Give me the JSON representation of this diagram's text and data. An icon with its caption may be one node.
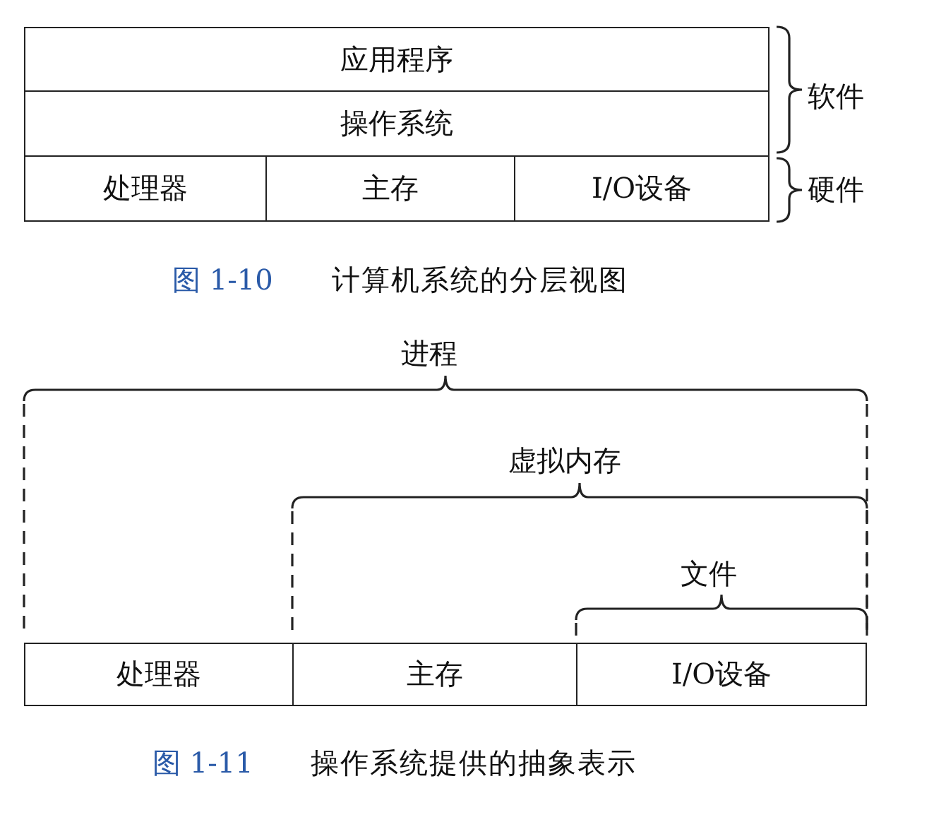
{
  "diagram": {
    "nodes": [
      {
        "text": [
          "应用程序"
        ]
      },
      {
        "text": [
          "操作系统"
        ]
      },
      {
        "text": [
          "处理器"
        ]
      },
      {
        "text": [
          "主存"
        ]
      },
      {
        "text": [
          "I/O设备"
        ]
      },
      {
        "text": [
          "处理器"
        ]
      },
      {
        "text": [
          "主存"
        ]
      },
      {
        "text": [
          "I/O设备"
        ]
      }
    ],
    "labels": [
      "软件",
      "硬件",
      "图 1-10",
      "计算机系统的分层视图",
      "进程",
      "虚拟内存",
      "文件",
      "图 1-11",
      "操作系统提供的抽象表示"
    ]
  }
}
